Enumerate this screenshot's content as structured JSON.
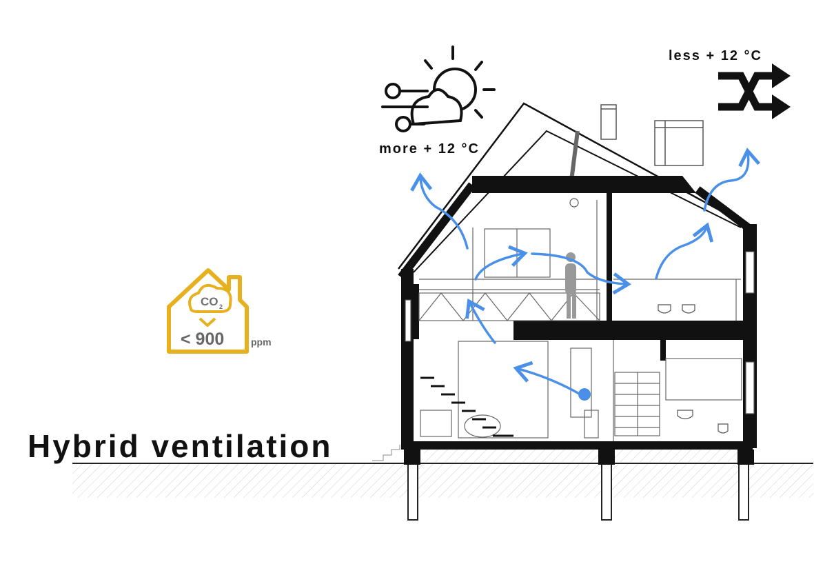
{
  "title": "Hybrid ventilation",
  "outdoor_warm": {
    "label": "more + 12 °C",
    "icon": "sun-wind-icon"
  },
  "outdoor_cool": {
    "label": "less + 12 °C",
    "icon": "shuffle-icon"
  },
  "co2_indicator": {
    "gas": "CO",
    "subscript": "2",
    "value": "< 900",
    "unit": "ppm",
    "icon": "co2-house-icon"
  },
  "colors": {
    "airflow": "#4a90e8",
    "co2_badge": "#e6b01e",
    "walls": "#111111",
    "ground_hatch": "#cccccc"
  }
}
